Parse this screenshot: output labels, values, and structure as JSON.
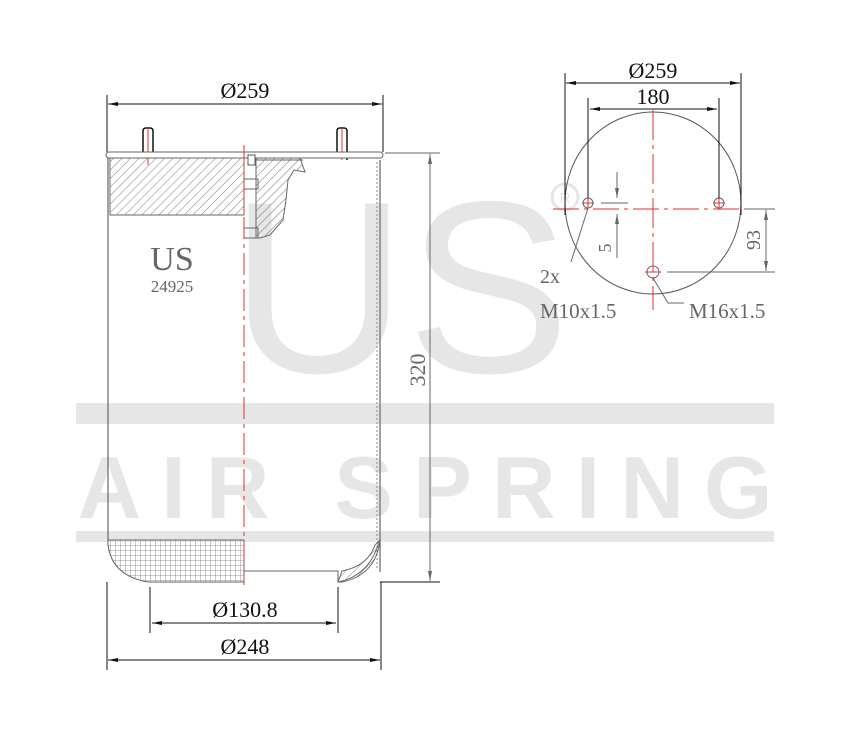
{
  "watermark": {
    "logo_text": "US",
    "registered_mark": "®",
    "brand_text": "AIR SPRING",
    "color": "#e6e6e6"
  },
  "side_view": {
    "part_brand": "US",
    "part_number": "24925",
    "dimensions": {
      "top_diameter": "Ø259",
      "height": "320",
      "piston_diameter": "Ø130.8",
      "bottom_diameter": "Ø248"
    }
  },
  "top_view": {
    "dimensions": {
      "plate_diameter": "Ø259",
      "stud_spacing": "180",
      "offset_small": "5",
      "air_inlet_offset": "93"
    },
    "callouts": {
      "stud_count": "2x",
      "stud_thread": "M10x1.5",
      "air_inlet_thread": "M16x1.5"
    }
  },
  "colors": {
    "outline": "#666666",
    "dimension": "#111111",
    "centerline": "#e03030",
    "watermark": "#e6e6e6"
  }
}
